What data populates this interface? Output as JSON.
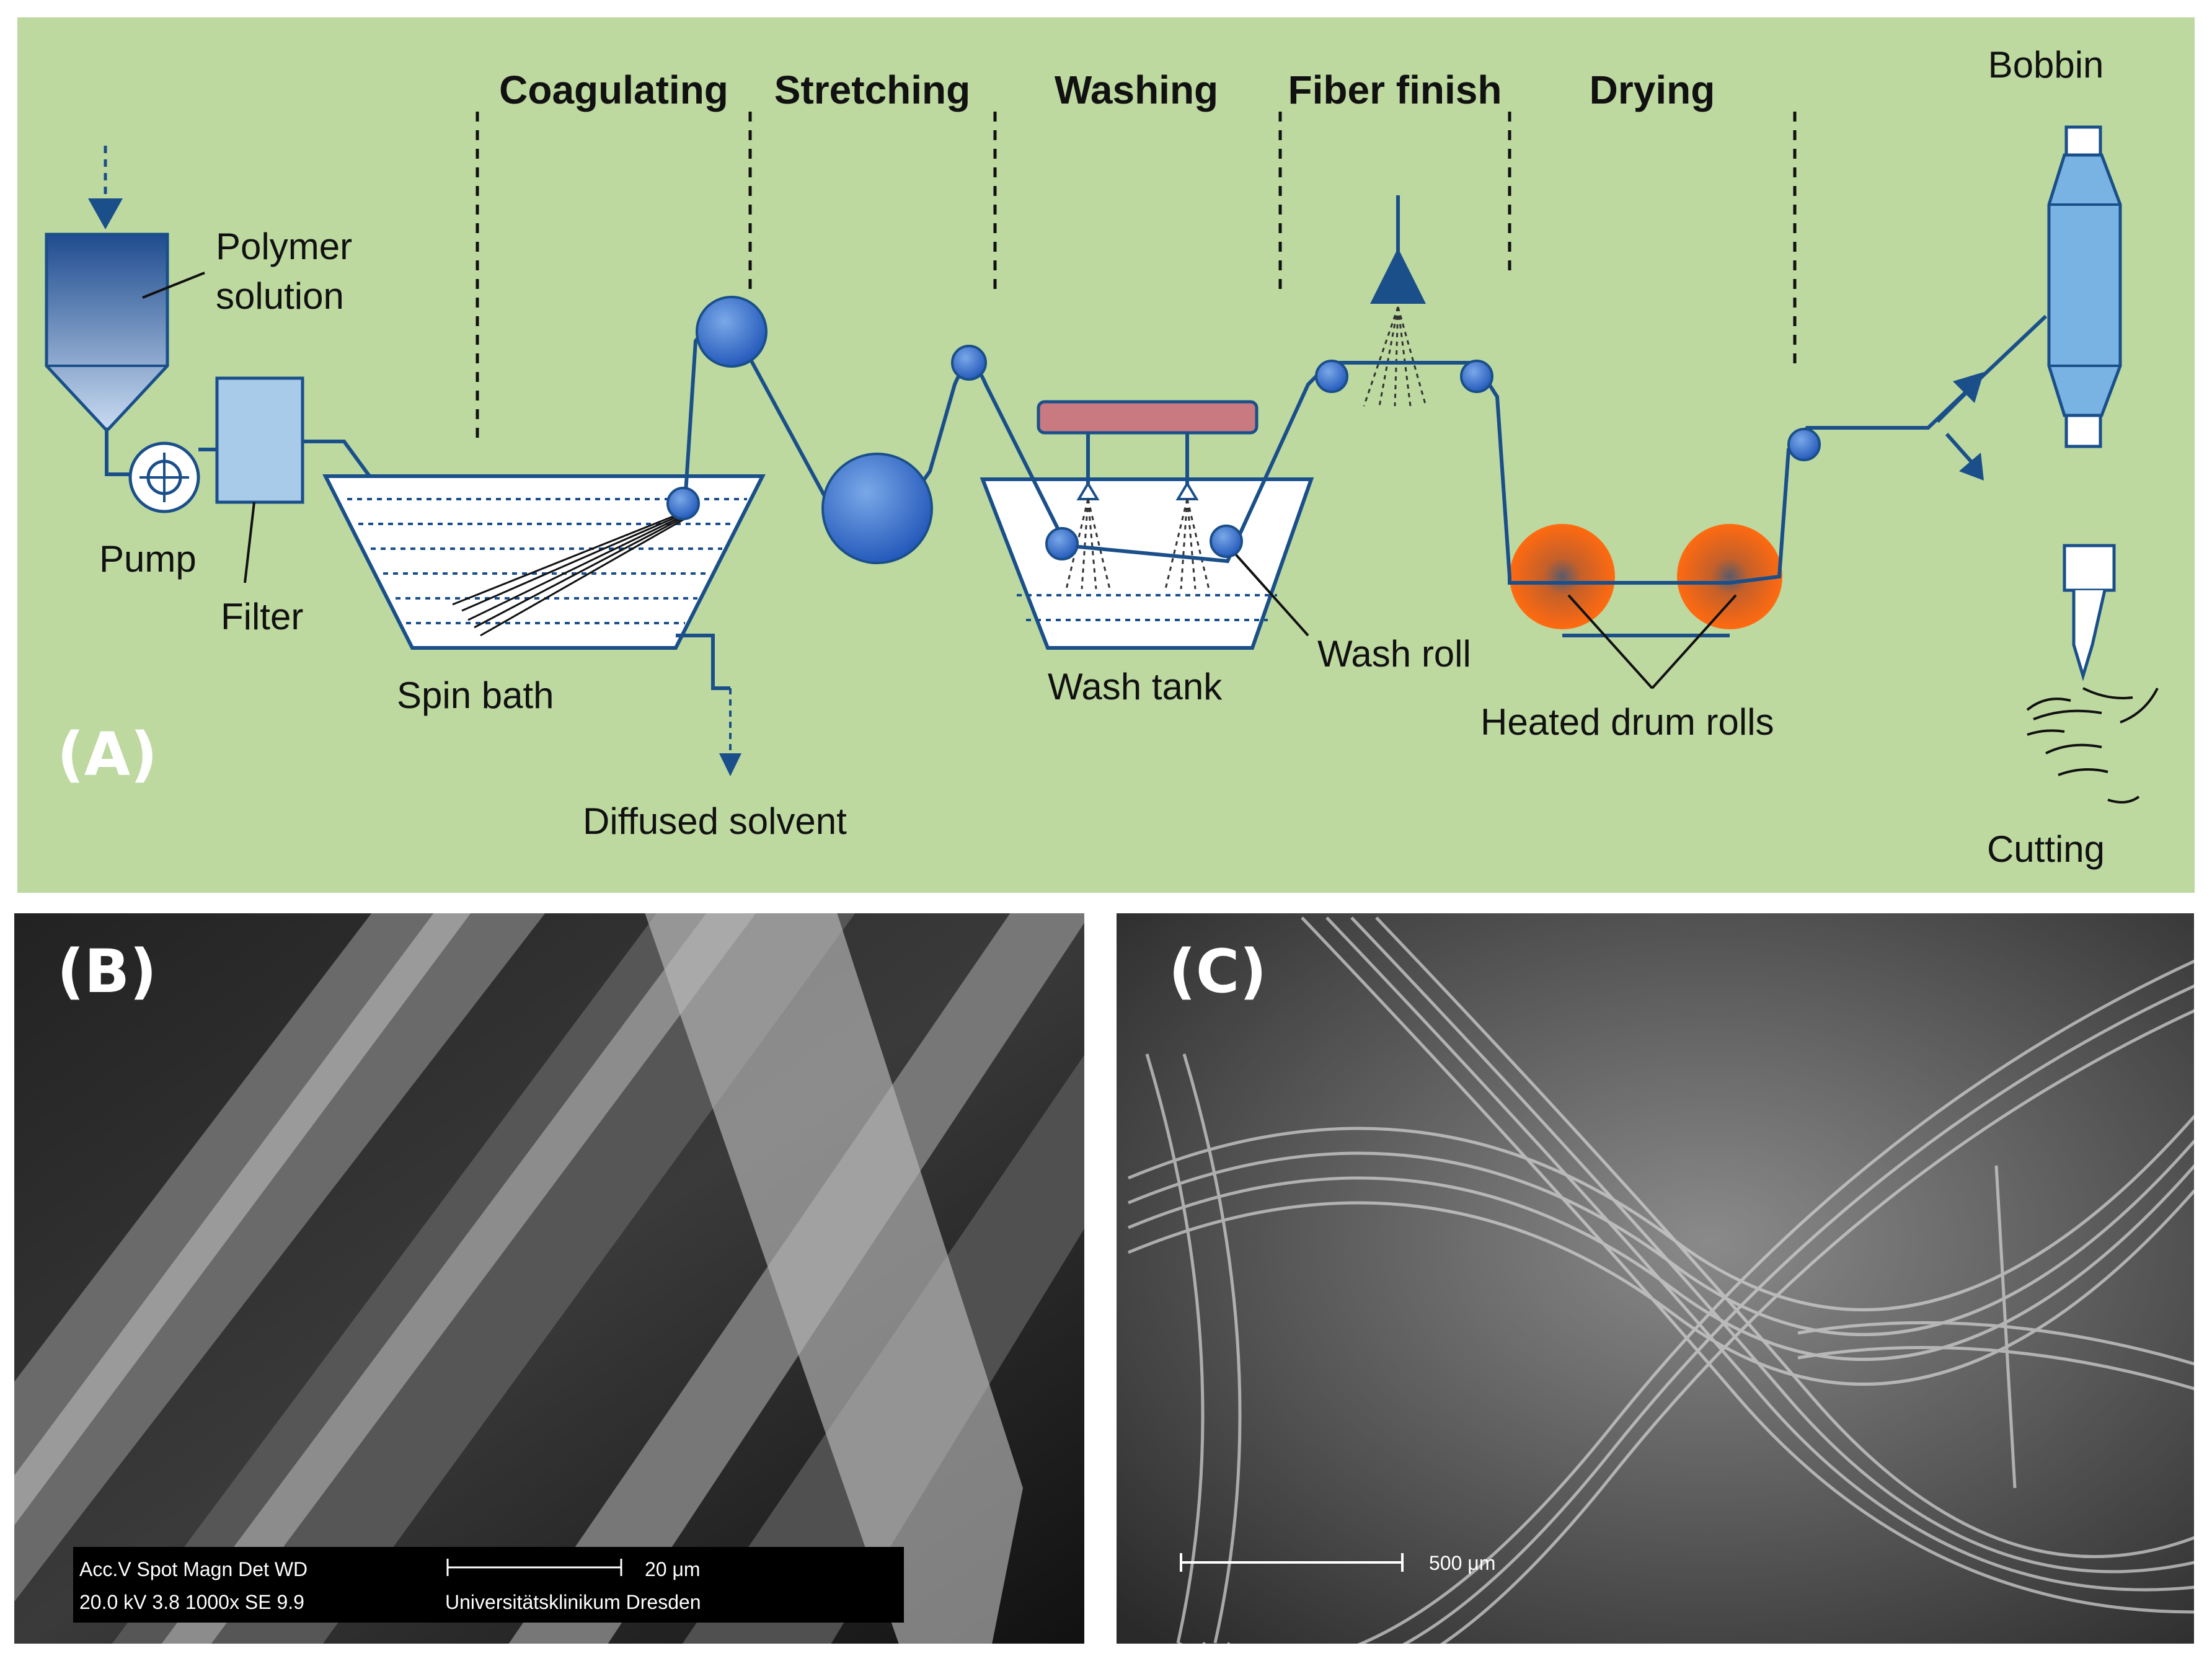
{
  "panels": {
    "a": {
      "tag": "(A)",
      "stages": [
        "Coagulating",
        "Stretching",
        "Washing",
        "Fiber finish",
        "Drying"
      ],
      "labels": {
        "polymer_solution_1": "Polymer",
        "polymer_solution_2": "solution",
        "pump": "Pump",
        "filter": "Filter",
        "spin_bath": "Spin bath",
        "diffused_solvent": "Diffused solvent",
        "wash_tank": "Wash tank",
        "wash_roll": "Wash roll",
        "heated_drum_rolls": "Heated drum rolls",
        "bobbin": "Bobbin",
        "cutting": "Cutting"
      },
      "colors": {
        "background": "#bdd9a0",
        "line": "#1a4f8a",
        "roller": "#3a72c8",
        "drum": "#ff6a10",
        "heater": "#c97a80",
        "bobbin": "#79b3e4"
      }
    },
    "b": {
      "tag": "(B)",
      "databar": {
        "headers": "Acc.V  Spot Magn    Det  WD",
        "values": "20.0 kV 3.8   1000x     SE    9.9",
        "scale": "20 μm",
        "institution": "Universitätsklinikum Dresden"
      }
    },
    "c": {
      "tag": "(C)",
      "scale": "500 μm"
    }
  }
}
